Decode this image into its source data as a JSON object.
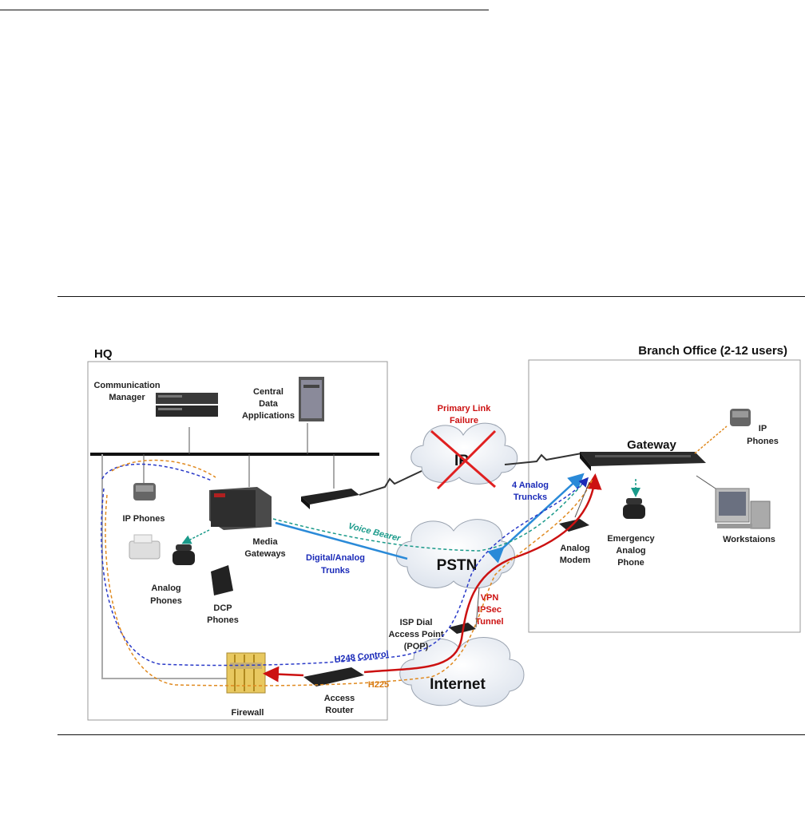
{
  "hq": {
    "title": "HQ",
    "cm_label": [
      "Communication",
      "Manager"
    ],
    "cda_label": [
      "Central",
      "Data",
      "Applications"
    ],
    "ip_phones_label": "IP Phones",
    "media_gw_label": [
      "Media",
      "Gateways"
    ],
    "analog_phones_label": [
      "Analog",
      "Phones"
    ],
    "dcp_phones_label": [
      "DCP",
      "Phones"
    ],
    "firewall_label": "Firewall",
    "access_router_label": [
      "Access",
      "Router"
    ]
  },
  "branch": {
    "title": "Branch Office (2-12 users)",
    "gateway_label": "Gateway",
    "ip_phones_label": [
      "IP",
      "Phones"
    ],
    "workstations_label": "Workstaions",
    "emergency_label": [
      "Emergency",
      "Analog",
      "Phone"
    ],
    "modem_label": [
      "Analog",
      "Modem"
    ]
  },
  "network": {
    "ip_cloud_label": "IP",
    "primary_failure_label": [
      "Primary Link",
      "Failure"
    ],
    "pstn_label": "PSTN",
    "internet_label": "Internet",
    "four_trunks_label": [
      "4 Analog",
      "Truncks"
    ],
    "voice_bearer_label": "Voice Bearer",
    "digital_trunks_label": [
      "Digital/Analog",
      "Trunks"
    ],
    "vpn_label": [
      "VPN",
      "IPSec",
      "Tunnel"
    ],
    "isp_label": [
      "ISP Dial",
      "Access Point",
      "(POP)"
    ],
    "h248_label": "H248 Control",
    "h225_label": "H225"
  },
  "colors": {
    "red": "#cc1111",
    "blue": "#1a2ab8",
    "teal": "#1a9a8a",
    "orange": "#e08a20",
    "lightblue": "#2a8ad8"
  }
}
